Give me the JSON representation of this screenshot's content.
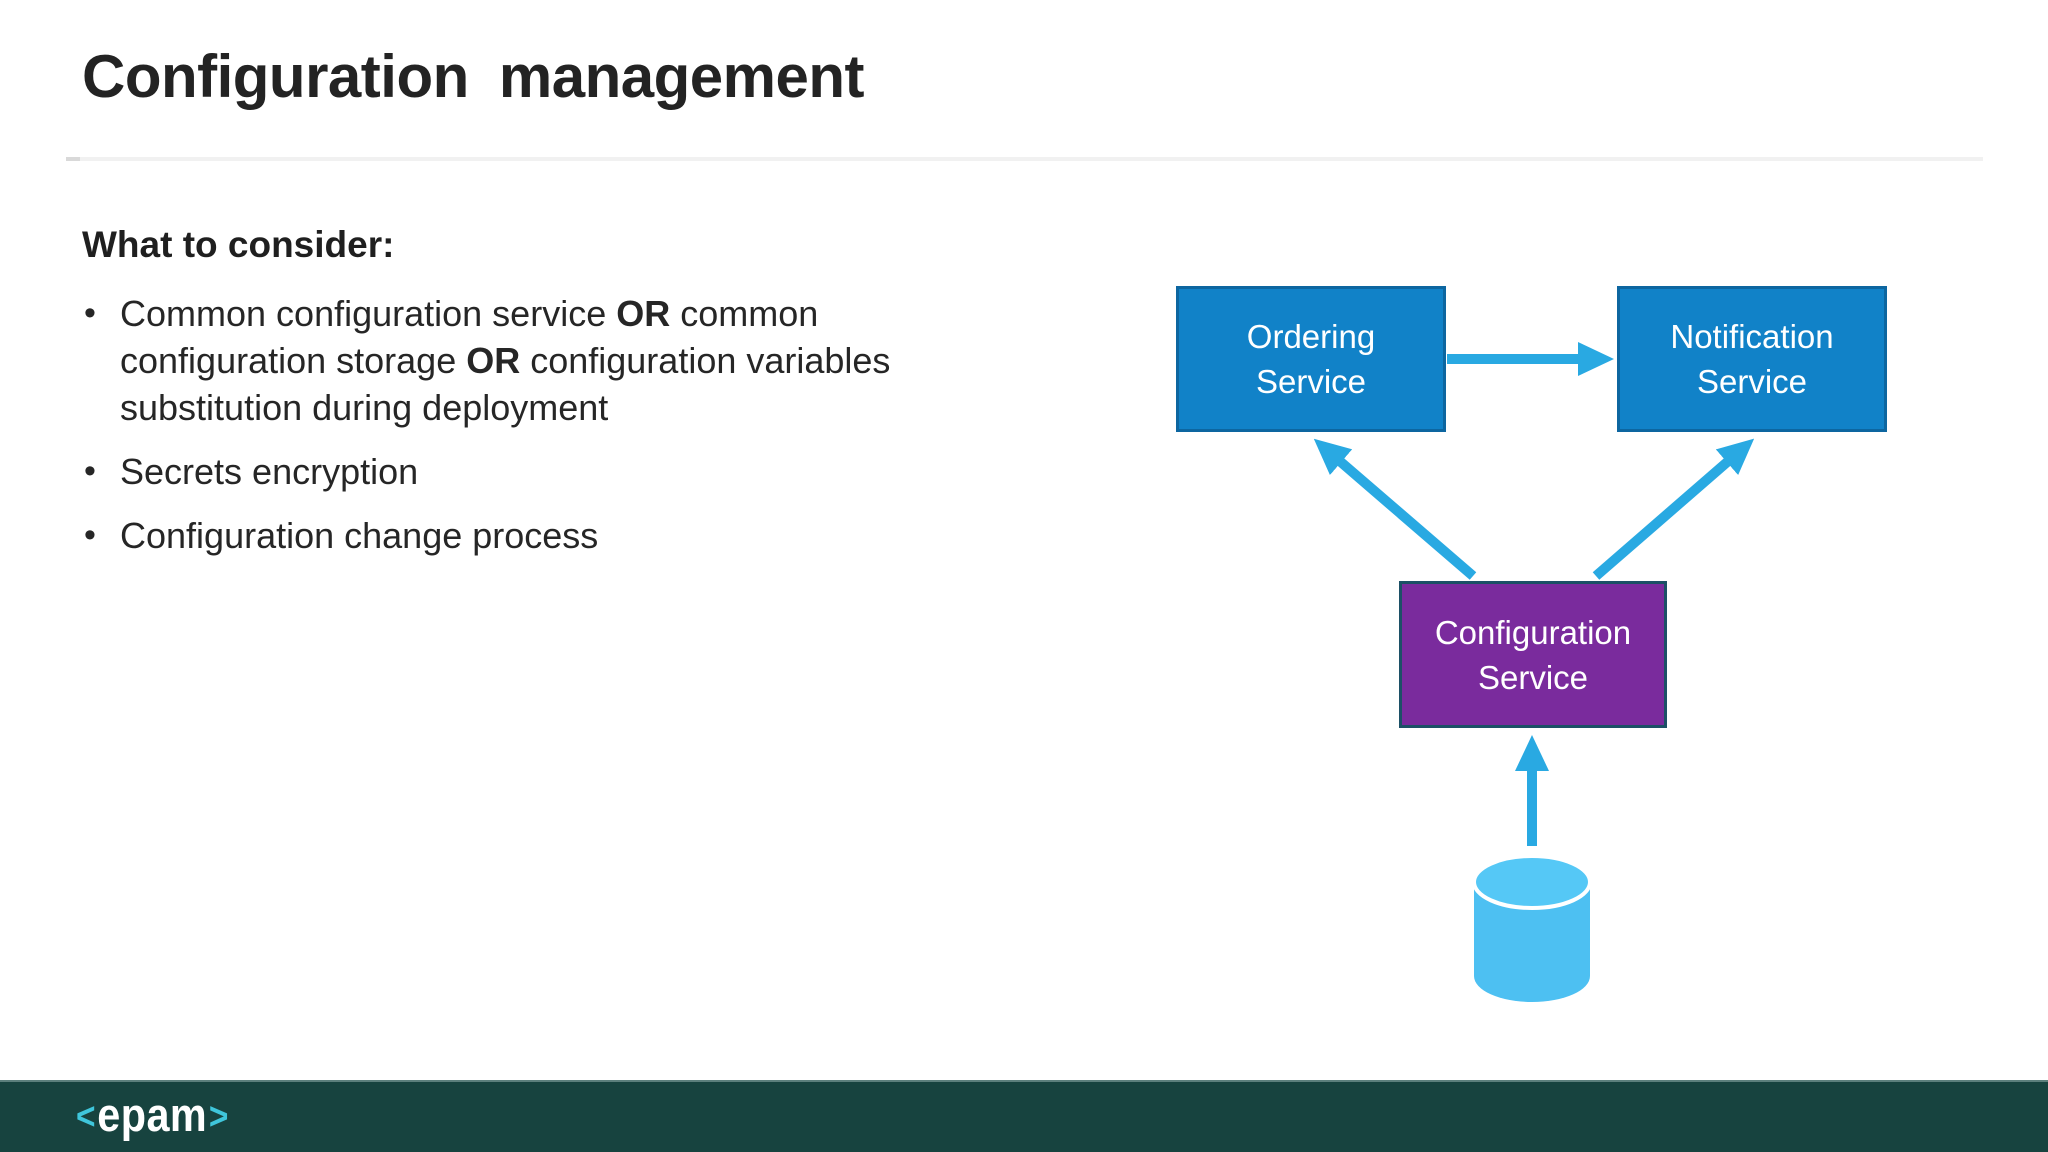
{
  "slide": {
    "title": "Configuration management"
  },
  "content": {
    "heading": "What to consider:",
    "bullet1": {
      "t1": "Common configuration service ",
      "or1": "OR",
      "t2": " common configuration storage ",
      "or2": "OR",
      "t3": " configuration variables substitution during deployment"
    },
    "bullet2": "Secrets encryption",
    "bullet3": "Configuration change process"
  },
  "diagram": {
    "ordering_label": "Ordering Service",
    "notification_label": "Notification Service",
    "configuration_label": "Configuration Service",
    "database_icon": "database-cylinder-icon",
    "edges": [
      {
        "from": "Ordering Service",
        "to": "Notification Service"
      },
      {
        "from": "Configuration Service",
        "to": "Ordering Service"
      },
      {
        "from": "Configuration Service",
        "to": "Notification Service"
      },
      {
        "from": "Database",
        "to": "Configuration Service"
      }
    ],
    "colors": {
      "service_box_fill": "#1182C8",
      "service_box_border": "#0D66A0",
      "config_box_fill": "#7A2B9D",
      "config_box_border": "#1C5066",
      "arrow": "#29A9E2",
      "database_fill": "#4DC0F2",
      "database_top_fill": "#55C8F6"
    }
  },
  "footer": {
    "bar_color": "#17433F",
    "logo_accent": "#3FC6DB",
    "logo_open": "<",
    "logo_text": "epam",
    "logo_close": ">"
  }
}
